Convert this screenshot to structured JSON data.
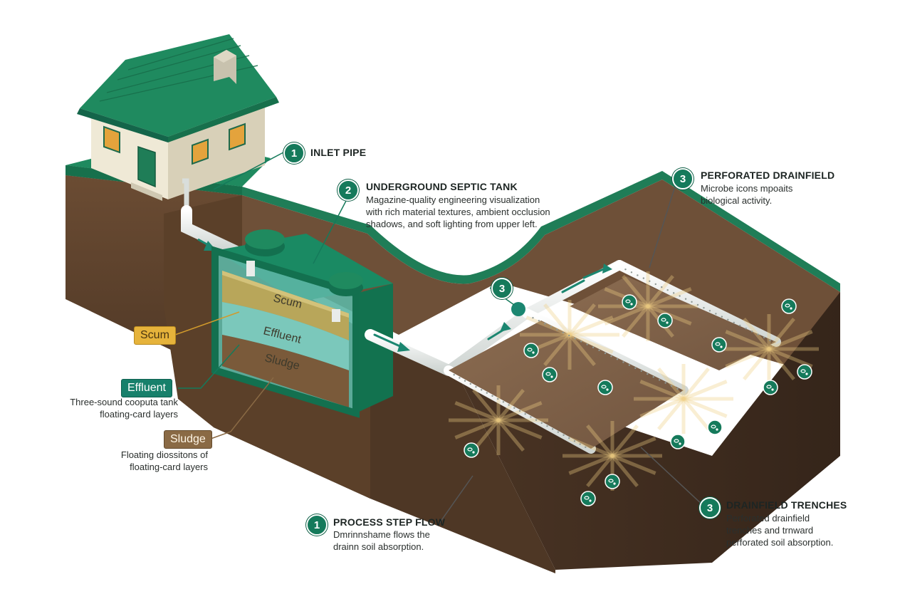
{
  "colors": {
    "accent_green": "#157a5b",
    "roof_green": "#1f8a5f",
    "soil": "#5a3f2a",
    "scum": "#e6b33b",
    "effluent": "#17806b",
    "sludge": "#8a6a45",
    "pipe": "#e9ecea"
  },
  "callouts": {
    "inlet": {
      "number": "1",
      "title": "INLET PIPE"
    },
    "tank": {
      "number": "2",
      "title": "UNDERGROUND SEPTIC TANK",
      "body": "Magazine-quality engineering visualization\nwith rich material textures, ambient occlusion\nshadows, and soft lighting from upper left."
    },
    "drainfield": {
      "number": "3",
      "title": "PERFORATED DRAINFIELD",
      "body": "Microbe icons mpoaits\nbiological activity."
    },
    "junction": {
      "number": "3"
    },
    "process": {
      "number": "1",
      "title": "PROCESS STEP FLOW",
      "body": "Dmrinnshame flows the\ndrainn soil absorption."
    },
    "trenches": {
      "number": "3",
      "title": "DRAINFIELD TRENCHES",
      "body": "Perforated drainfield\ntrenches and trnward\nperforated soil absorption."
    }
  },
  "layers": {
    "scum": {
      "tag": "Scum",
      "tank_label": "Scum"
    },
    "effluent": {
      "tag": "Effluent",
      "tank_label": "Effluent",
      "note": "Three-sound cooputa tank\nfloating-card layers"
    },
    "sludge": {
      "tag": "Sludge",
      "tank_label": "Sludge",
      "note": "Floating diossitons of\nfloating-card layers"
    }
  },
  "icons": {
    "microbe": "microbe-icon",
    "flow_arrow": "flow-arrow-icon"
  }
}
